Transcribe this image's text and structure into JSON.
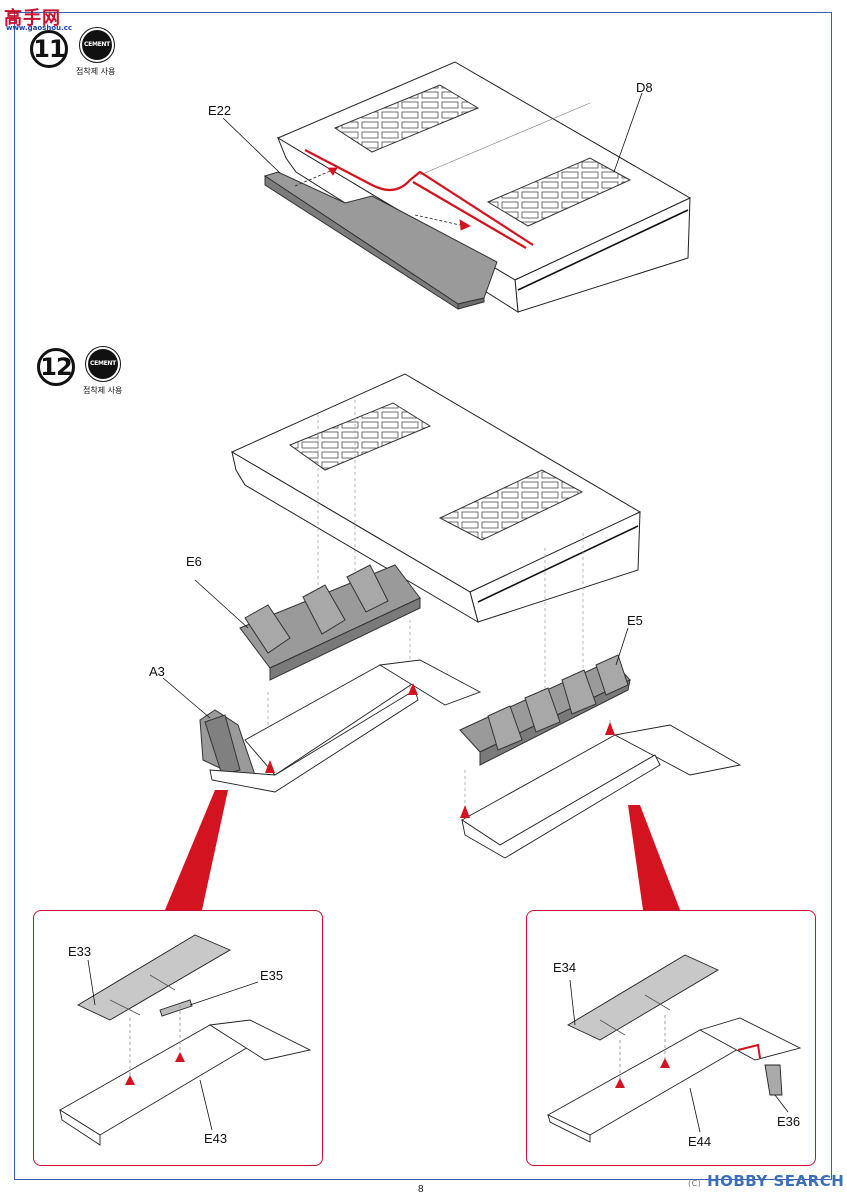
{
  "watermark": {
    "main": "高手网",
    "sub": "www.gaoshou.cc"
  },
  "steps": [
    {
      "number": "11",
      "cement": "CEMENT",
      "note": "접착제 사용"
    },
    {
      "number": "12",
      "cement": "CEMENT",
      "note": "접착제 사용"
    }
  ],
  "parts": {
    "e22": "E22",
    "d8": "D8",
    "e6": "E6",
    "e5": "E5",
    "a3": "A3",
    "e33": "E33",
    "e35": "E35",
    "e43": "E43",
    "e34": "E34",
    "e36": "E36",
    "e44": "E44"
  },
  "page_number": "8",
  "source_watermark": {
    "text": "HOBBY SEARCH",
    "mark": "(C)"
  },
  "colors": {
    "frame": "#3a5bb5",
    "cement_line": "#d3131f",
    "part_gray": "#9a9a9a",
    "detail_border": "#c8102e"
  }
}
